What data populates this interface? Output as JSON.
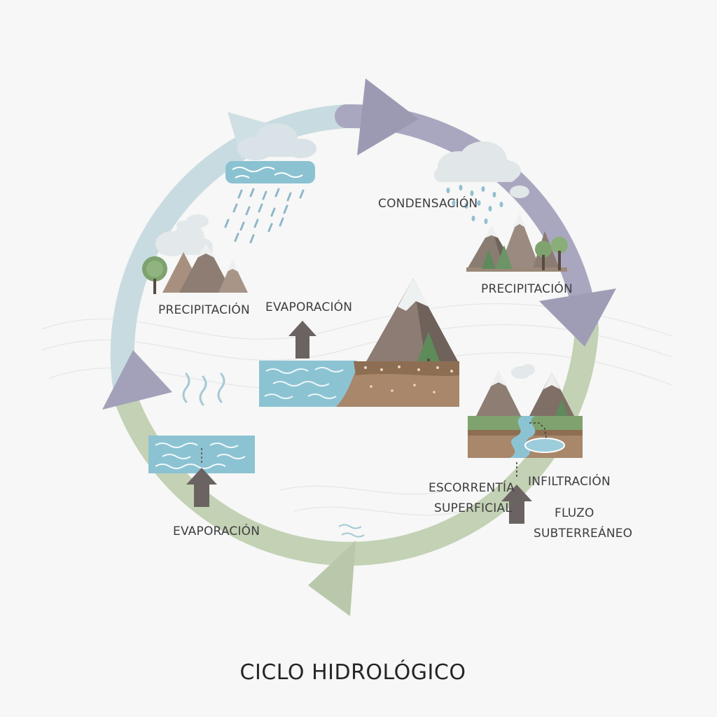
{
  "title": "CICLO HIDROLÓGICO",
  "labels": {
    "condensation": "CONDENSACIÓN",
    "precipitation_right": "PRECIPITACIÓN",
    "precipitation_left": "PRECIPITACIÓN",
    "evaporation_center": "EVAPORACIÓN",
    "evaporation_bottom": "EVAPORACIÓN",
    "runoff_line1": "ESCORRENTÍA",
    "runoff_line2": "SUPERFICIAL",
    "infiltration": "INFILTRACIÓN",
    "groundwater_line1": "FLUZO",
    "groundwater_line2": "SUBTERREÁNEO"
  },
  "colors": {
    "arc_blue": "#c8dbe0",
    "arc_purple": "#a19fb8",
    "arc_green": "#c3d1b4",
    "water": "#8cc3d3",
    "soil": "#a8876a",
    "mountain": "#8a7a70",
    "arrow": "#6b6362"
  }
}
